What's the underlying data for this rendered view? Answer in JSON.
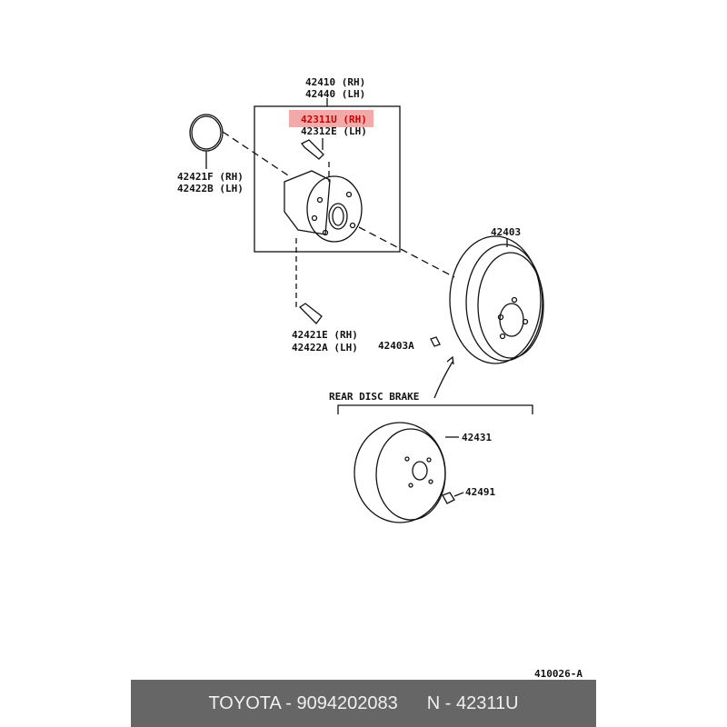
{
  "labels": {
    "assembly_rh": "42410 (RH)",
    "assembly_lh": "42440 (LH)",
    "bearing_rh": "42311U (RH)",
    "bearing_lh": "42312E (LH)",
    "oring_rh": "42421F (RH)",
    "oring_lh": "42422B (LH)",
    "bolt_rh": "42421E (RH)",
    "bolt_lh": "42422A (LH)",
    "drum": "42403",
    "clip": "42403A",
    "section": "REAR DISC BRAKE",
    "disc": "42431",
    "disc_clip": "42491",
    "diagram_id": "410026-A"
  },
  "highlight_color": "#f4a9a9",
  "footer": {
    "brand_part": "TOYOTA - 9094202083",
    "oem_part": "N - 42311U"
  }
}
